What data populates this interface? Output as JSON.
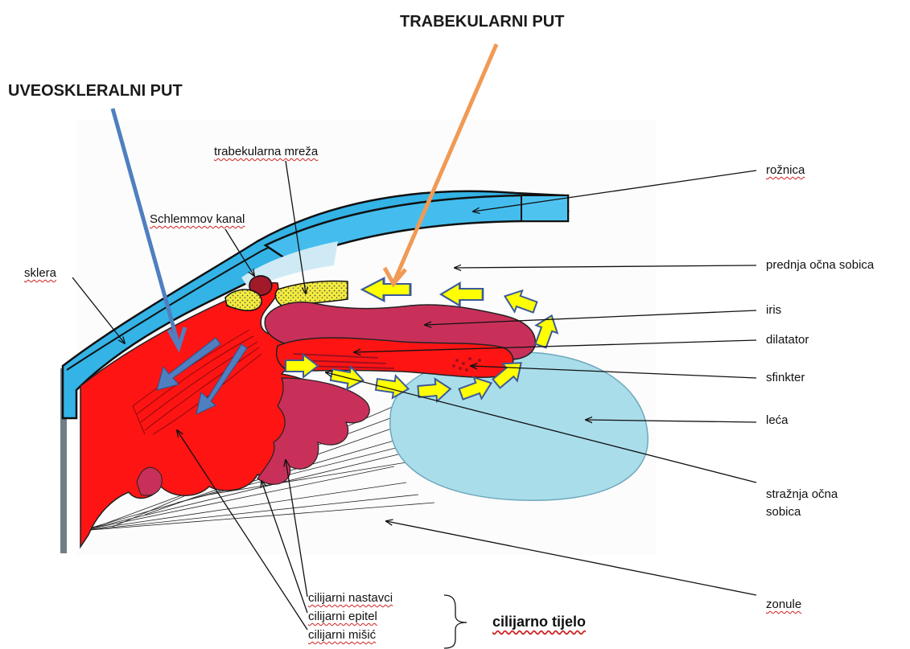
{
  "pathways": {
    "uveoscleral": "UVEOSKLERALNI PUT",
    "trabecular": "TRABEKULARNI PUT"
  },
  "labels": {
    "trabecular_meshwork": "trabekularna mreža",
    "schlemm_canal": "Schlemmov kanal",
    "sclera": "sklera",
    "cornea": "rožnica",
    "anterior_chamber": "prednja očna sobica",
    "iris": "iris",
    "dilator": "dilatator",
    "sphincter": "sfinkter",
    "lens": "leća",
    "posterior_chamber": "stražnja očna sobica",
    "zonules": "zonule",
    "ciliary_processes": "cilijarni nastavci",
    "ciliary_epithelium": "cilijarni epitel",
    "ciliary_muscle": "cilijarni mišić",
    "ciliary_body": "cilijarno tijelo"
  },
  "colors": {
    "cornea_sclera": "#33b3e6",
    "ciliary_body": "#ff1010",
    "iris": "#c8305a",
    "lens": "#a8dcea",
    "trabecular_meshwork": "#f2ea3a",
    "flow_arrow": "#ffff00",
    "uveoscleral_arrow": "#4f7fc0",
    "trabecular_arrow": "#f09a55"
  }
}
